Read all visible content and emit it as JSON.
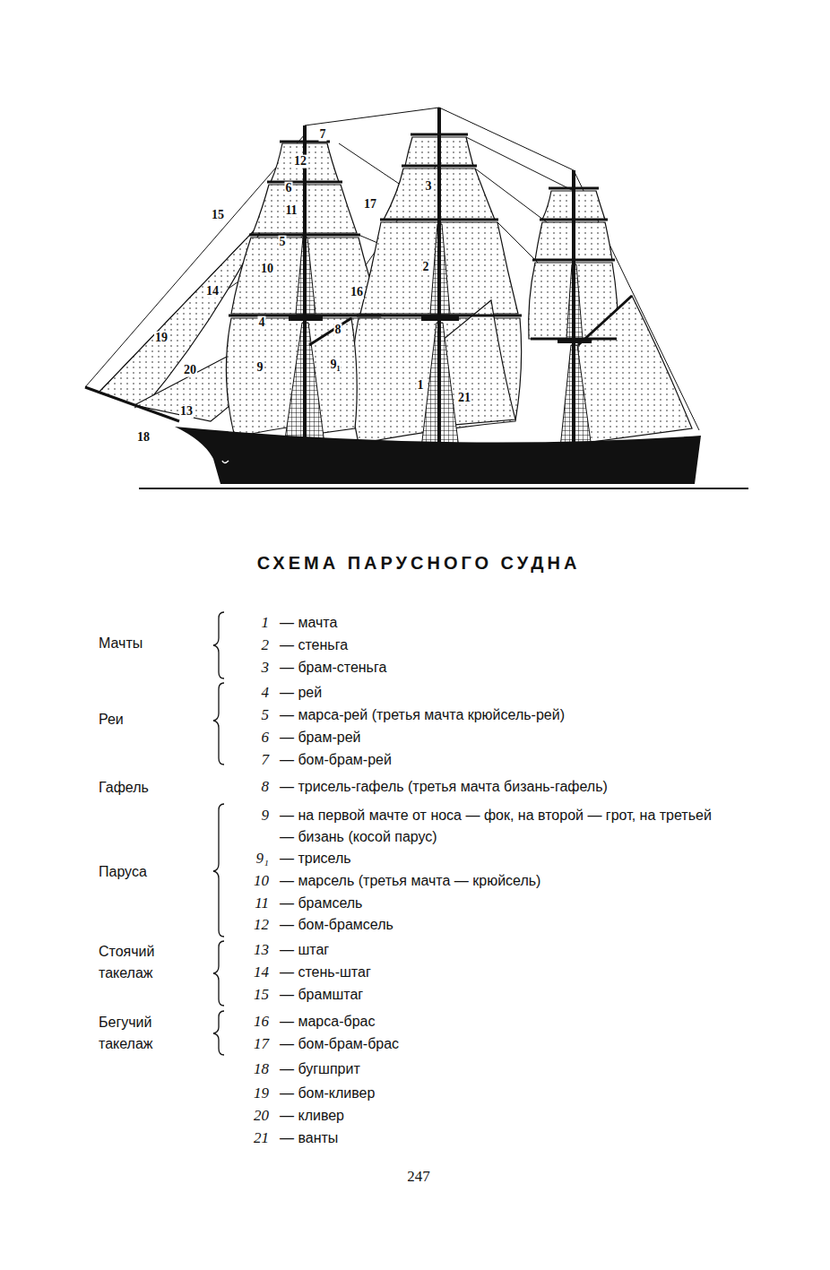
{
  "diagram": {
    "title": "СХЕМА ПАРУСНОГО СУДНА",
    "labels": [
      "7",
      "12",
      "6",
      "3",
      "11",
      "17",
      "15",
      "5",
      "10",
      "2",
      "14",
      "16",
      "4",
      "8",
      "19",
      "9",
      "9₁",
      "20",
      "1",
      "21",
      "13",
      "18",
      "Мачты",
      "Реи",
      "Гафель",
      "Паруса",
      "Стоячий такелаж",
      "Бегучий такелаж",
      "1",
      "— мачта",
      "2",
      "— стеньга",
      "3",
      "— брам-стеньга",
      "4",
      "— рей",
      "5",
      "— марса-рей (третья мачта крюйсель-рей)",
      "6",
      "— брам-рей",
      "7",
      "— бом-брам-рей",
      "8",
      "— трисель-гафель (третья мачта бизань-гафель)",
      "9",
      "— на первой мачте от носа — фок, на второй — грот, на третьей — бизань (косой парус)",
      "9₁",
      "— трисель",
      "10",
      "— марсель (третья мачта — крюйсель)",
      "11",
      "— брамсель",
      "12",
      "— бом-брамсель",
      "13",
      "— штаг",
      "14",
      "— стень-штаг",
      "15",
      "— брамштаг",
      "16",
      "— марса-брас",
      "17",
      "— бом-брам-брас",
      "18",
      "— бугшприт",
      "19",
      "— бом-кливер",
      "20",
      "— кливер",
      "21",
      "— ванты",
      "247"
    ]
  }
}
